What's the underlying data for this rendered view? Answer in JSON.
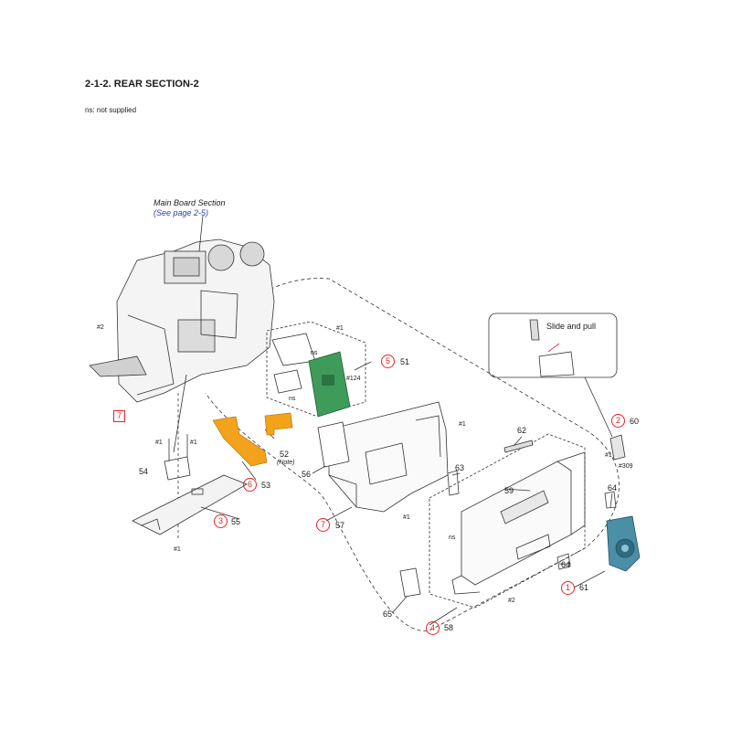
{
  "header": {
    "title": "2-1-2. REAR SECTION-2",
    "note": "ns: not supplied"
  },
  "callouts": {
    "main_board_title": "Main Board Section",
    "main_board_ref": "(See page 2-5)",
    "slide_and_pull": "Slide and pull"
  },
  "parts": {
    "p51": "51",
    "p52": "52",
    "p52_note": "(Note)",
    "p53": "53",
    "p54": "54",
    "p55": "55",
    "p56": "56",
    "p57": "57",
    "p58": "58",
    "p59": "59",
    "p60": "60",
    "p61": "61",
    "p62": "62",
    "p63": "63",
    "p64a": "64",
    "p64b": "64",
    "p65": "65"
  },
  "circled_refs": {
    "c1": "1",
    "c2": "2",
    "c3": "3",
    "c4": "4",
    "c5": "5",
    "c6": "6",
    "c7": "7",
    "sq7": "7"
  },
  "screws": {
    "s1a": "#1",
    "s1b": "#1",
    "s1c": "#1",
    "s1d": "#1",
    "s1e": "#1",
    "s1f": "#1",
    "s1g": "#1",
    "s2a": "#2",
    "s2b": "#2",
    "s124": "#124",
    "s309": "#309",
    "ns1": "ns",
    "ns2": "ns",
    "ns3": "ns"
  },
  "colors": {
    "accent_red": "#e0242b",
    "link_blue": "#2b3f9e",
    "flex_orange": "#f3a21c",
    "board_green": "#3f9b5a",
    "dial_teal": "#4a8fa6"
  }
}
